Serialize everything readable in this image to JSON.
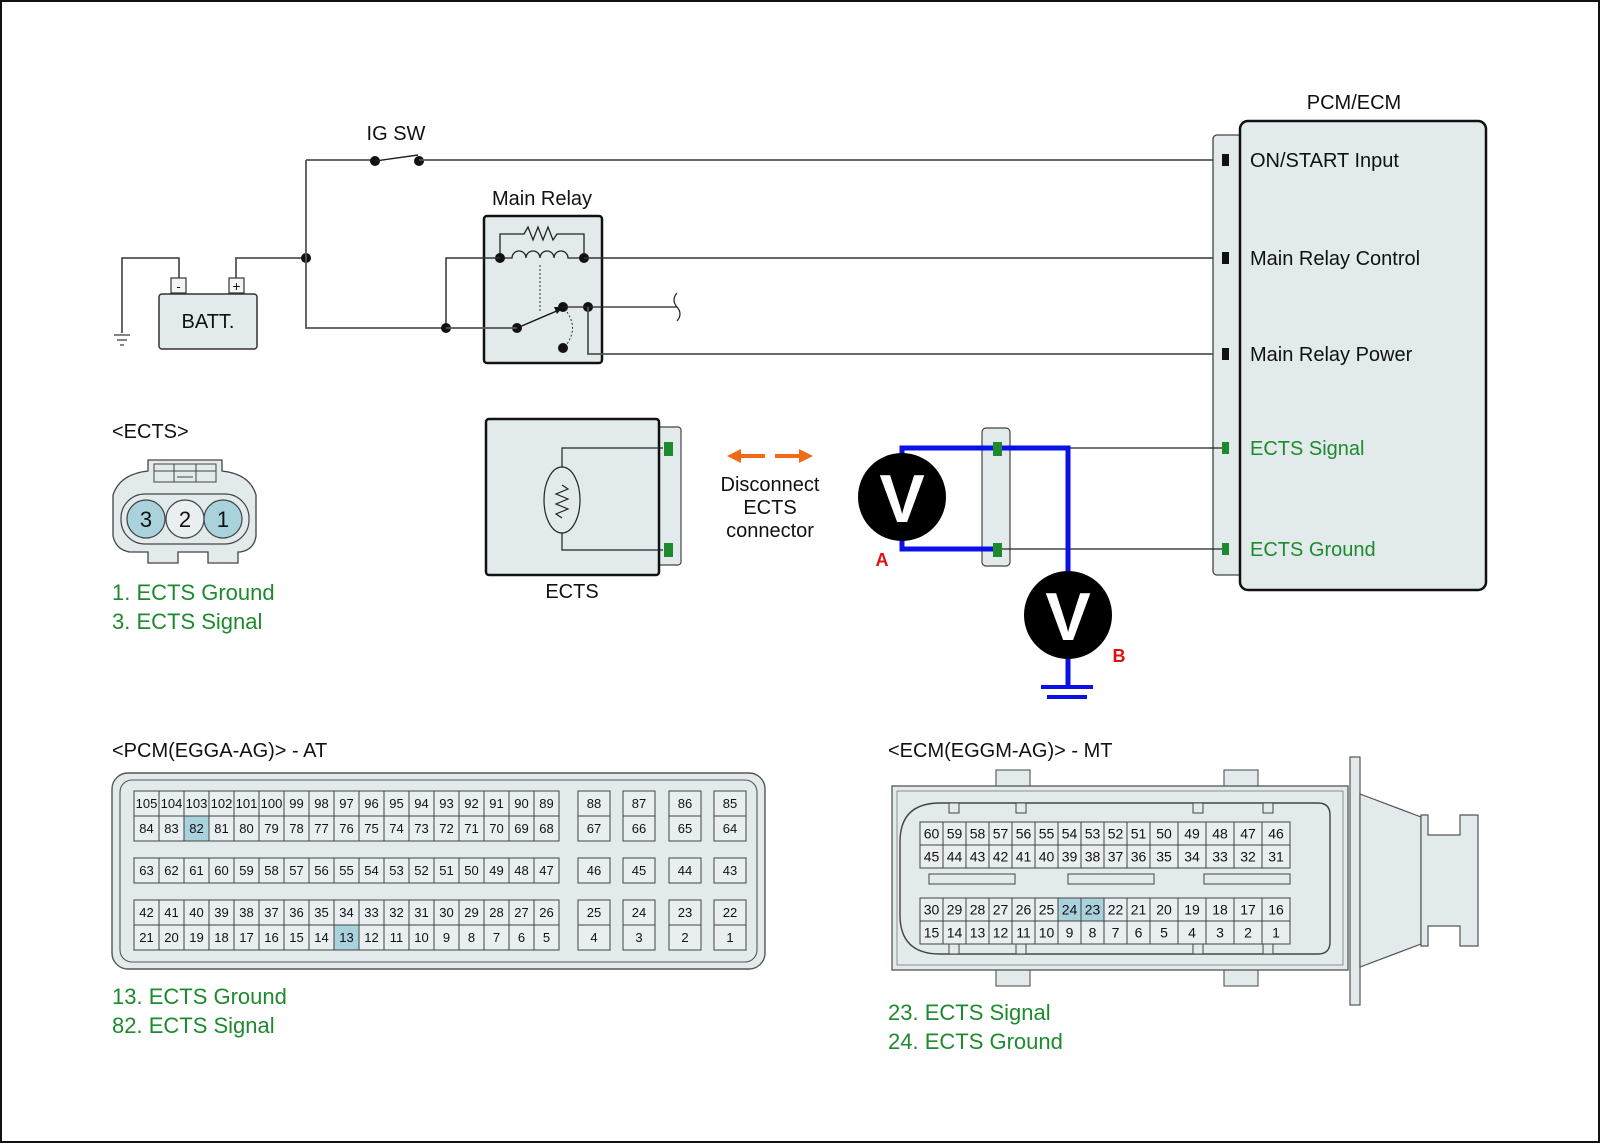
{
  "diagram": {
    "ig_switch_label": "IG SW",
    "battery_label": "BATT.",
    "battery_neg": "-",
    "battery_pos": "+",
    "main_relay_label": "Main Relay",
    "pcm_title": "PCM/ECM",
    "pcm_pins": [
      {
        "label": "ON/START Input",
        "highlight": false
      },
      {
        "label": "Main Relay Control",
        "highlight": false
      },
      {
        "label": "Main Relay Power",
        "highlight": false
      },
      {
        "label": "ECTS Signal",
        "highlight": true
      },
      {
        "label": "ECTS Ground",
        "highlight": true
      }
    ],
    "ects_sensor_label": "ECTS",
    "disconnect_note": [
      "Disconnect",
      "ECTS",
      "connector"
    ],
    "voltmeter_symbol": "V",
    "meter_a_label": "A",
    "meter_b_label": "B",
    "colors": {
      "highlight_text": "#1e8a2e",
      "probe_wire": "#0a10e6",
      "arrow": "#f06a18",
      "meter_label": "#e11010",
      "highlight_pin": "#a9d2dc",
      "component_fill": "#e3eaec"
    }
  },
  "ects_connector": {
    "title": "<ECTS>",
    "pins": [
      "3",
      "2",
      "1"
    ],
    "highlighted": [
      "3",
      "1"
    ],
    "legend": [
      "1. ECTS Ground",
      "3. ECTS Signal"
    ]
  },
  "pcm_connector": {
    "title": "<PCM(EGGA-AG)> - AT",
    "block_rows": [
      [
        "105",
        "104",
        "103",
        "102",
        "101",
        "100",
        "99",
        "98",
        "97",
        "96",
        "95",
        "94",
        "93",
        "92",
        "91",
        "90",
        "89"
      ],
      [
        "84",
        "83",
        "82",
        "81",
        "80",
        "79",
        "78",
        "77",
        "76",
        "75",
        "74",
        "73",
        "72",
        "71",
        "70",
        "69",
        "68"
      ],
      [
        "63",
        "62",
        "61",
        "60",
        "59",
        "58",
        "57",
        "56",
        "55",
        "54",
        "53",
        "52",
        "51",
        "50",
        "49",
        "48",
        "47"
      ],
      [
        "42",
        "41",
        "40",
        "39",
        "38",
        "37",
        "36",
        "35",
        "34",
        "33",
        "32",
        "31",
        "30",
        "29",
        "28",
        "27",
        "26"
      ],
      [
        "21",
        "20",
        "19",
        "18",
        "17",
        "16",
        "15",
        "14",
        "13",
        "12",
        "11",
        "10",
        "9",
        "8",
        "7",
        "6",
        "5"
      ]
    ],
    "side_rows": [
      [
        "88",
        "87",
        "86",
        "85"
      ],
      [
        "67",
        "66",
        "65",
        "64"
      ],
      [
        "46",
        "45",
        "44",
        "43"
      ],
      [
        "25",
        "24",
        "23",
        "22"
      ],
      [
        "4",
        "3",
        "2",
        "1"
      ]
    ],
    "highlighted": [
      "82",
      "13"
    ],
    "legend": [
      "13. ECTS Ground",
      "82. ECTS Signal"
    ]
  },
  "ecm_connector": {
    "title": "<ECM(EGGM-AG)> - MT",
    "rows": [
      [
        "60",
        "59",
        "58",
        "57",
        "56",
        "55",
        "54",
        "53",
        "52",
        "51",
        "50",
        "49",
        "48",
        "47",
        "46"
      ],
      [
        "45",
        "44",
        "43",
        "42",
        "41",
        "40",
        "39",
        "38",
        "37",
        "36",
        "35",
        "34",
        "33",
        "32",
        "31"
      ],
      [
        "30",
        "29",
        "28",
        "27",
        "26",
        "25",
        "24",
        "23",
        "22",
        "21",
        "20",
        "19",
        "18",
        "17",
        "16"
      ],
      [
        "15",
        "14",
        "13",
        "12",
        "11",
        "10",
        "9",
        "8",
        "7",
        "6",
        "5",
        "4",
        "3",
        "2",
        "1"
      ]
    ],
    "highlighted": [
      "24",
      "23"
    ],
    "legend": [
      "23. ECTS Signal",
      "24. ECTS Ground"
    ]
  }
}
